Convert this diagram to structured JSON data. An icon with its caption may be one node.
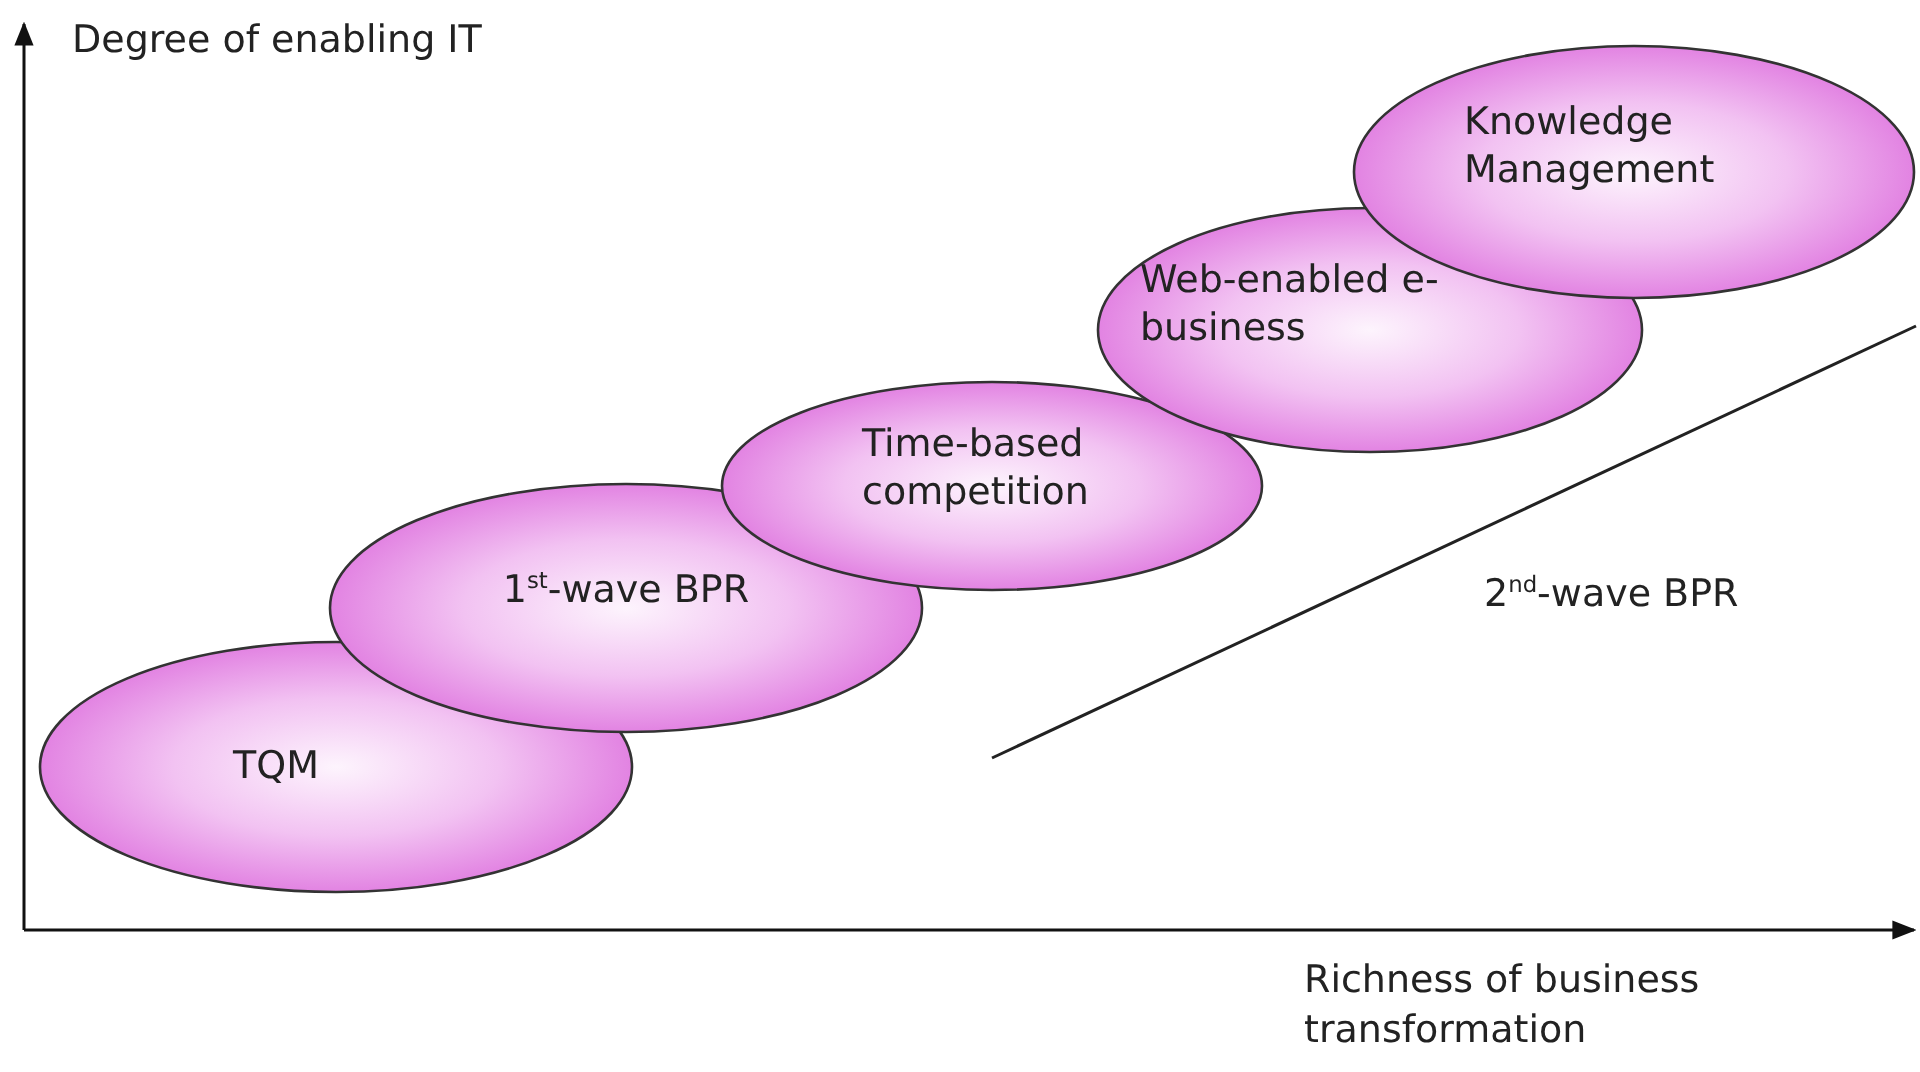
{
  "diagram": {
    "nodes": [
      {
        "text": [
          "TQM"
        ]
      },
      {
        "text": [
          "1$^{st}$-wave BPR"
        ]
      },
      {
        "text": [
          "Time-based competition"
        ]
      },
      {
        "text": [
          "Web-enabled e-business"
        ]
      },
      {
        "text": [
          "Knowledge Management"
        ]
      }
    ],
    "labels": [
      "Degree of enabling IT",
      "2$^{nd}$-wave BPR",
      "Richness of business transformation"
    ]
  }
}
